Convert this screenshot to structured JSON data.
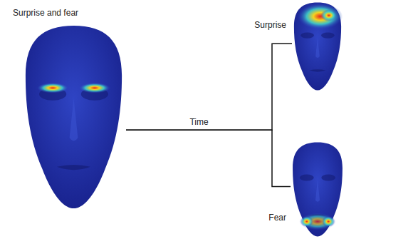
{
  "diagram": {
    "nodes": [
      {
        "text": [
          "Surprise and fear"
        ]
      },
      {
        "text": [
          "Surprise"
        ]
      },
      {
        "text": [
          "Fear"
        ]
      }
    ],
    "edges": [
      {
        "from": 0,
        "to": 1,
        "arrow": "none",
        "label": "Time"
      },
      {
        "from": 0,
        "to": 2,
        "arrow": "none"
      }
    ]
  }
}
